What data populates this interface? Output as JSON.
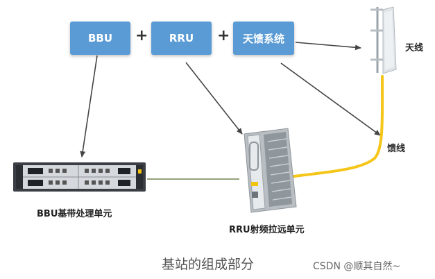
{
  "diagram": {
    "boxes": {
      "bbu": "BBU",
      "rru": "RRU",
      "feeder_system": "天馈系统"
    },
    "plus_1": "+",
    "plus_2": "+",
    "labels": {
      "antenna": "天线",
      "feeder": "馈线",
      "bbu_unit": "BBU基带处理单元",
      "rru_unit": "RRU射频拉远单元"
    },
    "caption": "基站的组成部分",
    "colors": {
      "box_fill": "#5b9bd5",
      "feeder_cable": "#f5c518",
      "arrow": "#444444",
      "link_line": "#556b2f"
    }
  },
  "watermark": "CSDN @顺其自然~"
}
